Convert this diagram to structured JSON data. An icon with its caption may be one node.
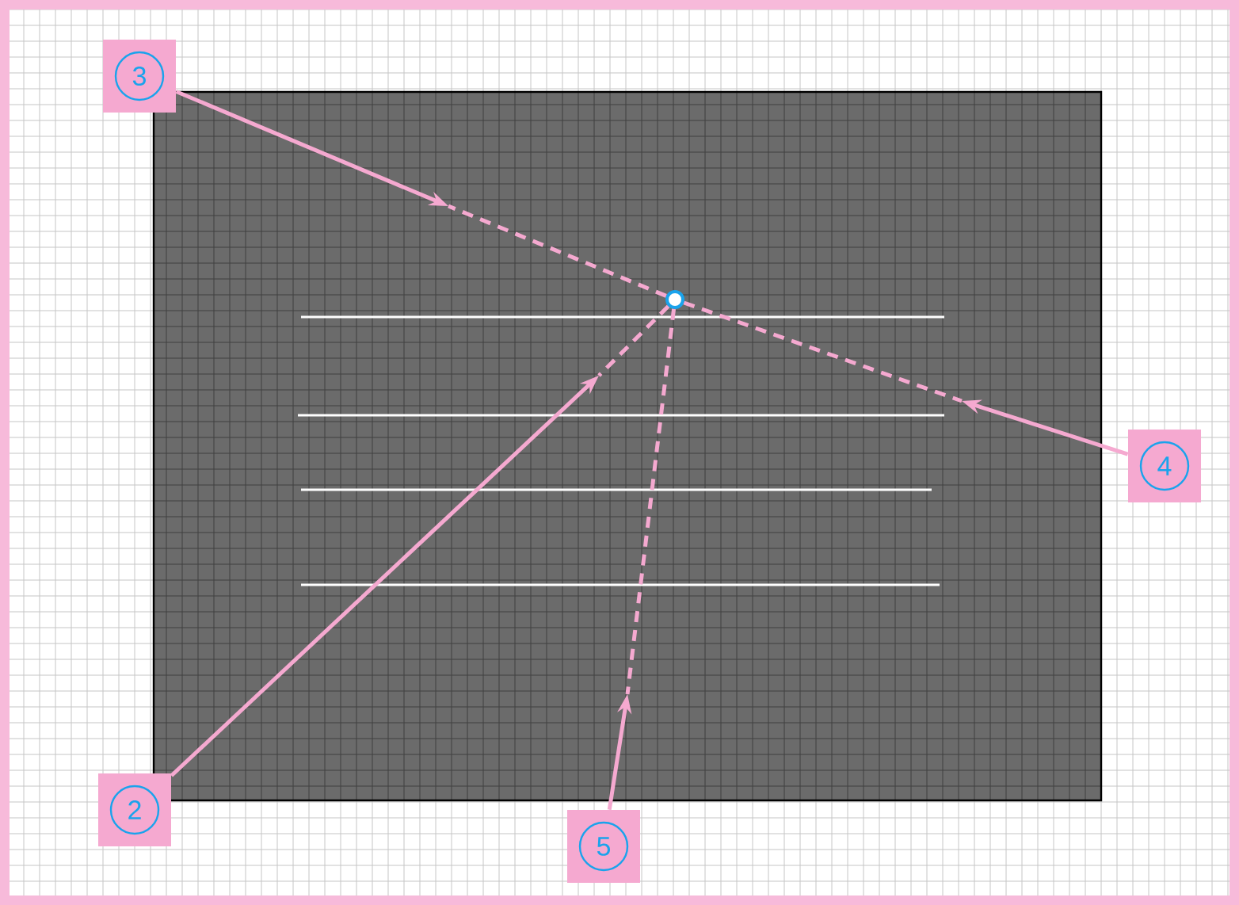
{
  "diagram": {
    "nodes": [
      {
        "text": [
          "3"
        ]
      },
      {
        "text": [
          "4"
        ]
      },
      {
        "text": [
          "2"
        ]
      },
      {
        "text": [
          "5"
        ]
      },
      {
        "text": [],
        "shape": "circle"
      }
    ],
    "edges": [
      {
        "from": 0,
        "to": null,
        "arrow": "to"
      },
      {
        "from": 1,
        "to": null,
        "arrow": "to"
      },
      {
        "from": 2,
        "to": null,
        "arrow": "to"
      },
      {
        "from": 3,
        "to": null,
        "arrow": "to"
      },
      {
        "from": 4,
        "to": null,
        "arrow": "none",
        "style": "dashed"
      },
      {
        "from": 4,
        "to": null,
        "arrow": "none",
        "style": "dashed"
      },
      {
        "from": 4,
        "to": null,
        "arrow": "none",
        "style": "dashed"
      },
      {
        "from": 4,
        "to": null,
        "arrow": "none",
        "style": "dashed"
      }
    ]
  }
}
